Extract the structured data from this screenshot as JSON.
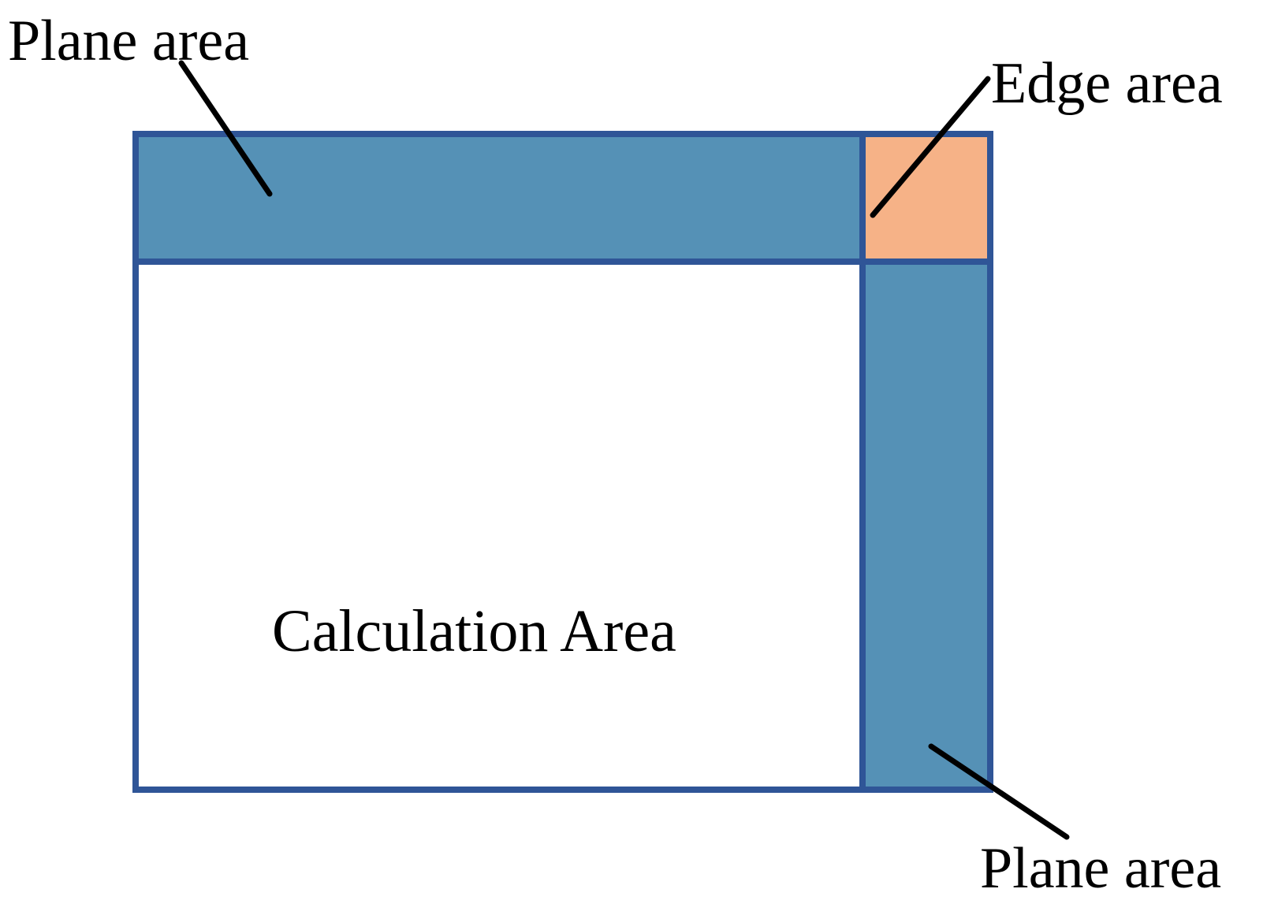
{
  "labels": {
    "plane_area_top": "Plane area",
    "edge_area": "Edge area",
    "plane_area_bottom": "Plane area",
    "calculation_area": "Calculation Area"
  },
  "colors": {
    "plane_fill": "#5591B6",
    "edge_fill": "#F6B287",
    "border": "#2F5597",
    "calculation_fill": "#FFFFFF",
    "text": "#000000"
  }
}
